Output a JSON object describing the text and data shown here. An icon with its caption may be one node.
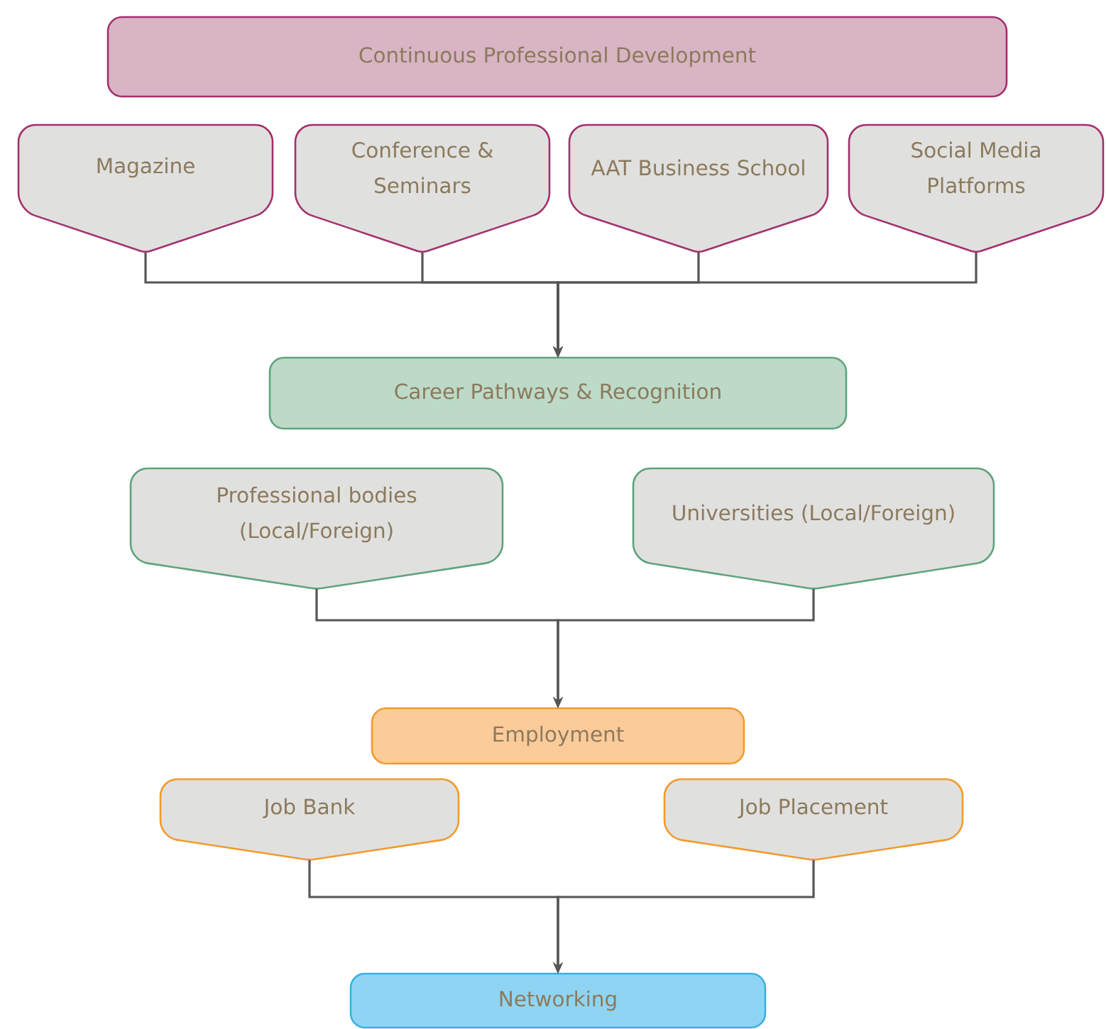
{
  "diagram": {
    "nodes": [
      {
        "text": [
          "Continuous Professional Development"
        ]
      },
      {
        "text": [
          "Magazine"
        ]
      },
      {
        "text": [
          "Conference & Seminars"
        ]
      },
      {
        "text": [
          "AAT Business School"
        ]
      },
      {
        "text": [
          "Social Media Platforms"
        ]
      },
      {
        "text": [
          "Career Pathways & Recognition"
        ]
      },
      {
        "text": [
          "Professional bodies (Local/Foreign)"
        ]
      },
      {
        "text": [
          "Universities (Local/Foreign)"
        ]
      },
      {
        "text": [
          "Employment"
        ]
      },
      {
        "text": [
          "Job Bank"
        ]
      },
      {
        "text": [
          "Job Placement"
        ]
      },
      {
        "text": [
          "Networking"
        ]
      }
    ],
    "edges": [
      {
        "from": 1,
        "to": 5,
        "arrow": "to"
      },
      {
        "from": 2,
        "to": 5,
        "arrow": "to"
      },
      {
        "from": 3,
        "to": 5,
        "arrow": "to"
      },
      {
        "from": 4,
        "to": 5,
        "arrow": "to"
      },
      {
        "from": 6,
        "to": 8,
        "arrow": "to"
      },
      {
        "from": 7,
        "to": 8,
        "arrow": "to"
      },
      {
        "from": 9,
        "to": 11,
        "arrow": "to"
      },
      {
        "from": 10,
        "to": 11,
        "arrow": "to"
      }
    ]
  }
}
